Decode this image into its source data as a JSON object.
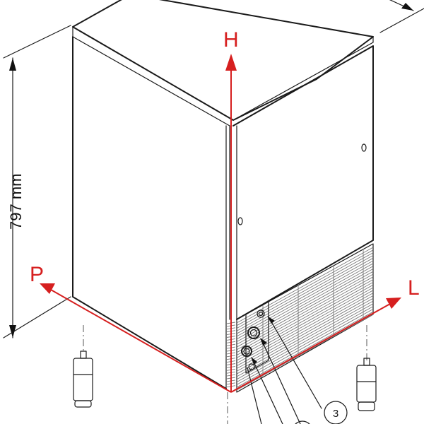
{
  "diagram": {
    "dimension_label": "797 mm",
    "axes": {
      "height_label": "H",
      "depth_label": "P",
      "width_label": "L"
    },
    "callout_number": "3",
    "colors": {
      "axis": "#d61f1f",
      "outline": "#1a1a1a"
    }
  }
}
